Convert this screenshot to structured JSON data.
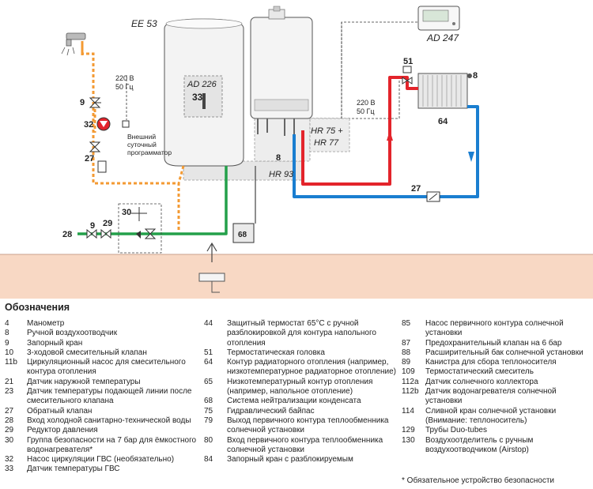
{
  "diagram": {
    "ee53": "EE 53",
    "ad226": "AD 226",
    "n33": "33",
    "ad247": "AD 247",
    "hr75": "HR 75 +",
    "hr77": "HR 77",
    "hr93": "HR 93",
    "v220_left": "220 В",
    "hz50_left": "50 Гц",
    "v220_right": "220 В",
    "hz50_right": "50 Гц",
    "prog_line1": "Внешний",
    "prog_line2": "суточный",
    "prog_line3": "программатор",
    "n9_top": "9",
    "n32": "32",
    "n27_left": "27",
    "n30": "30",
    "n28": "28",
    "n9_bottom": "9",
    "n29": "29",
    "n8_mid": "8",
    "n68": "68",
    "n51": "51",
    "n8_right": "8",
    "n64": "64",
    "n27_right": "27"
  },
  "colors": {
    "hot_pipe": "#e3242b",
    "cold_pipe": "#1a7ed0",
    "dhw_pipe": "#f39a33",
    "water_in_pipe": "#23a04a",
    "ground": "#f8d8c4"
  },
  "legend": {
    "title": "Обозначения",
    "col1": [
      {
        "num": "4",
        "text": "Манометр"
      },
      {
        "num": "8",
        "text": "Ручной воздухоотводчик"
      },
      {
        "num": "9",
        "text": "Запорный кран"
      },
      {
        "num": "10",
        "text": "3-ходовой смесительный клапан"
      },
      {
        "num": "11b",
        "text": "Циркуляционный насос для смесительного контура отопления"
      },
      {
        "num": "21",
        "text": "Датчик наружной температуры"
      },
      {
        "num": "23",
        "text": "Датчик температуры подающей линии после смесительного клапана"
      },
      {
        "num": "27",
        "text": "Обратный клапан"
      },
      {
        "num": "28",
        "text": "Вход холодной санитарно-технической воды"
      },
      {
        "num": "29",
        "text": "Редуктор давления"
      },
      {
        "num": "30",
        "text": "Группа безопасности на 7 бар для ёмкостного водонагревателя*"
      },
      {
        "num": "32",
        "text": "Насос циркуляции ГВС (необязательно)"
      },
      {
        "num": "33",
        "text": "Датчик температуры ГВС"
      }
    ],
    "col2": [
      {
        "num": "44",
        "text": "Защитный термостат 65°С с ручной разблокировкой для контура напольного отопления"
      },
      {
        "num": "51",
        "text": "Термостатическая головка"
      },
      {
        "num": "64",
        "text": "Контур радиаторного отопления (например, низкотемпературное радиаторное отопление)"
      },
      {
        "num": "65",
        "text": "Низкотемпературный контур отопления (например, напольное отопление)"
      },
      {
        "num": "68",
        "text": "Система нейтрализации конденсата"
      },
      {
        "num": "75",
        "text": "Гидравлический байпас"
      },
      {
        "num": "79",
        "text": "Выход первичного контура теплообменника солнечной установки"
      },
      {
        "num": "80",
        "text": "Вход первичного контура теплообменника солнечной установки"
      },
      {
        "num": "84",
        "text": "Запорный кран с разблокируемым"
      }
    ],
    "col3": [
      {
        "num": "85",
        "text": "Насос первичного контура солнечной установки"
      },
      {
        "num": "87",
        "text": "Предохранительный клапан на 6 бар"
      },
      {
        "num": "88",
        "text": "Расширительный бак солнечной установки"
      },
      {
        "num": "89",
        "text": "Канистра для сбора теплоносителя"
      },
      {
        "num": "109",
        "text": "Термостатический смеситель"
      },
      {
        "num": "112a",
        "text": "Датчик солнечного коллектора"
      },
      {
        "num": "112b",
        "text": "Датчик водонагревателя солнечной установки"
      },
      {
        "num": "114",
        "text": "Сливной кран солнечной установки (Внимание: теплоноситель)"
      },
      {
        "num": "129",
        "text": "Трубы Duo-tubes"
      },
      {
        "num": "130",
        "text": "Воздухоотделитель с ручным воздухоотводчиком (Airstop)"
      }
    ],
    "footnote": "* Обязательное устройство безопасности"
  }
}
